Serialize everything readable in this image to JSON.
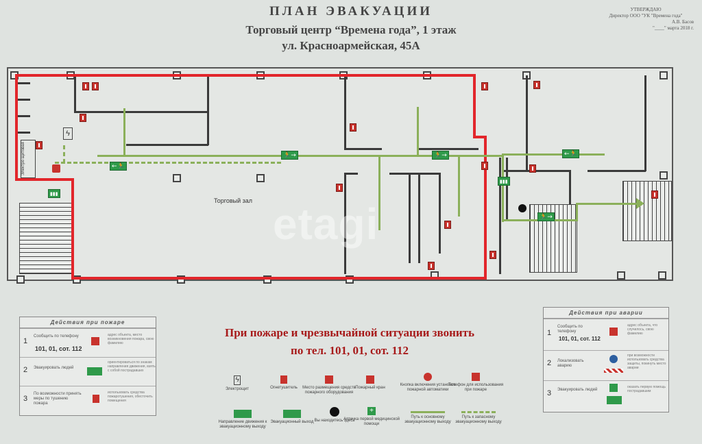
{
  "header": {
    "title": "ПЛАН ЭВАКУАЦИИ",
    "subtitle1": "Торговый центр “Времена года”, 1 этаж",
    "subtitle2": "ул. Красноармейская, 45А",
    "approval": {
      "line1": "УТВЕРЖДАЮ",
      "line2": "Директор ООО \"УК \"Времена года\"",
      "line3": "А.В. Басов",
      "line4": "\"____\" марта  2018 г."
    }
  },
  "plan": {
    "hall_label": "Торговый зал",
    "panel_label": "Электро щитовая",
    "watermark": "etagi"
  },
  "fire_actions": {
    "heading": "Действия при пожаре",
    "rows": [
      {
        "num": "1",
        "text": "Сообщить по телефону",
        "phone": "101, 01, сот. 112",
        "note": "адрес объекта, место возникновения пожара, свою фамилию"
      },
      {
        "num": "2",
        "text": "Эвакуировать людей",
        "note": "ориентироваться по знакам направления движения, взять с собой пострадавших"
      },
      {
        "num": "3",
        "text": "По возможности принять меры по тушению пожара",
        "note": "использовать средства пожаротушения, обесточить помещения"
      }
    ]
  },
  "accident_actions": {
    "heading": "Действия при аварии",
    "rows": [
      {
        "num": "1",
        "text": "Сообщить по телефону",
        "phone": "101, 01, сот. 112",
        "note": "адрес объекта, что случилось, свою фамилию"
      },
      {
        "num": "2",
        "text": "Локализовать аварию",
        "note": "при возможности использовать средства защиты, покинуть место аварии"
      },
      {
        "num": "3",
        "text": "Эвакуировать людей",
        "note": "оказать первую помощь пострадавшим"
      }
    ]
  },
  "callout": {
    "line1": "При пожаре и чрезвычайной  ситуации  звонить",
    "line2": "по тел. 101, 01, сот.  112"
  },
  "legend": [
    {
      "icon": "lightning-icon",
      "label": "Электрощит"
    },
    {
      "icon": "extinguisher-icon",
      "label": "Огнетушитель"
    },
    {
      "icon": "fire-equipment-icon",
      "label": "Место размещения средств пожарного оборудования"
    },
    {
      "icon": "fire-hydrant-icon",
      "label": "Пожарный кран"
    },
    {
      "icon": "alarm-button-icon",
      "label": "Кнопка включения установок пожарной автоматики"
    },
    {
      "icon": "phone-icon",
      "label": "Телефон для использования при пожаре"
    },
    {
      "icon": "exit-arrow-icon",
      "label": "Направление движения к эвакуационному выходу"
    },
    {
      "icon": "exit-sign-icon",
      "label": "Эвакуационный выход"
    },
    {
      "icon": "you-are-here-icon",
      "label": "Вы находитесь здесь"
    },
    {
      "icon": "first-aid-icon",
      "label": "Аптечка первой медицинской помощи"
    },
    {
      "icon": "main-route-icon",
      "label": "Путь к основному эвакуационному выходу"
    },
    {
      "icon": "reserve-route-icon",
      "label": "Путь к запасному эвакуационному выходу"
    }
  ],
  "colors": {
    "route": "#8bb05a",
    "danger_zone": "#e2262b",
    "exit_green": "#2f9a4a",
    "extinguisher_red": "#c8332d",
    "callout_text": "#a71a1a"
  }
}
